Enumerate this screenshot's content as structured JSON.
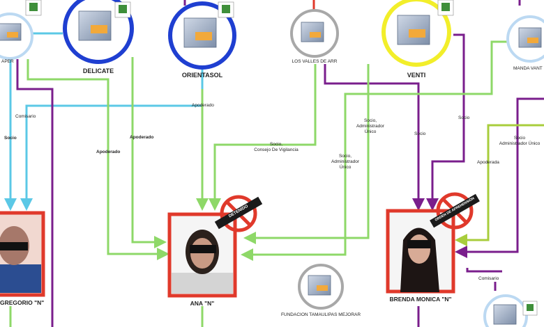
{
  "nodes": {
    "aper": "APER",
    "delicate": "DELICATE",
    "orientasol": "ORIENTASOL",
    "valles": "LOS VALLES DE ARR",
    "venti": "VENTI",
    "manda": "MANDA VANT",
    "fundacion": "FUNDACION TAMAULIPAS MEJORAR"
  },
  "people": {
    "gregorio": "GREGORIO \"N\"",
    "ana": "ANA \"N\"",
    "brenda": "BRENDA MONICA \"N\""
  },
  "stamps": {
    "ana": "DETENIDO",
    "brenda": "ORDEN DE APREHENSIÓN"
  },
  "edges": {
    "comisario_left": "Comisario",
    "socio_left": "Socio",
    "apoderado_1": "Apoderado",
    "apoderado_2": "Apoderado",
    "apoderado_orientasol": "Apoderado",
    "socio_consejo_1": "Socio,",
    "socio_consejo_2": "Consejo De Vigilancia",
    "socio_admin_a1": "Socio,",
    "socio_admin_a2": "Administrador",
    "socio_admin_a3": "Único",
    "socio_admin_b1": "Socio,",
    "socio_admin_b2": "Administrador",
    "socio_admin_b3": "Único",
    "socio_venti_1": "Socio",
    "socio_venti_2": "Socio",
    "socio_admin_c1": "Socio",
    "socio_admin_c2": "Administrador Único",
    "apoderada": "Apoderada",
    "comisario_right": "Comisario"
  },
  "colors": {
    "cyan": "#5bc8e6",
    "purple": "#7a1e8c",
    "green": "#8ed868",
    "olive": "#a8cd3c",
    "red": "#e0392b",
    "node_blue": "#1f3fd1",
    "node_yellow": "#f2ee2a",
    "node_gray": "#a8a8a8",
    "node_light": "#bcd9f2"
  }
}
